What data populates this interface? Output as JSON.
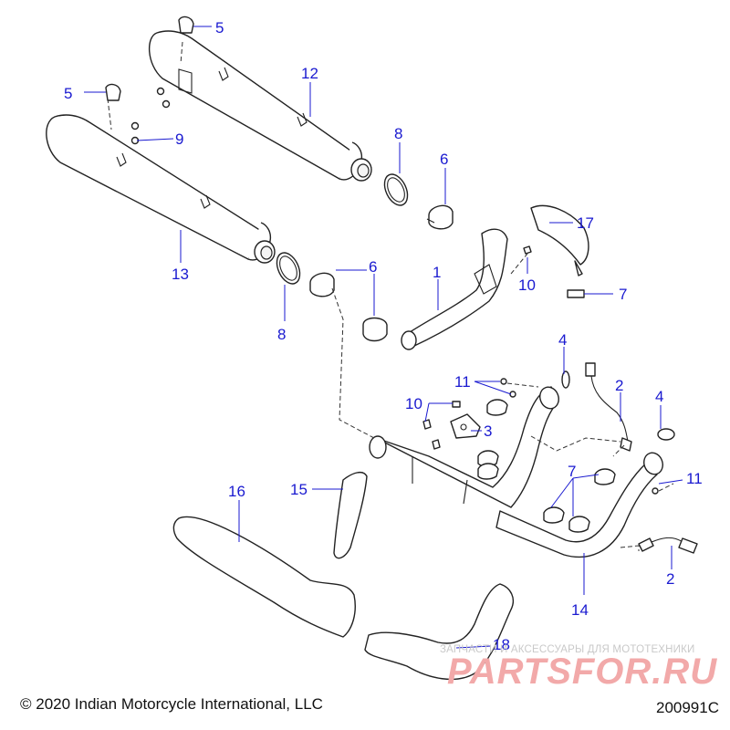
{
  "labels": {
    "upper_muffler_clamp_top": "5",
    "upper_muffler": "12",
    "left_clamp_top": "5",
    "screw": "9",
    "upper_gasket": "8",
    "upper_clamp": "6",
    "lower_muffler": "13",
    "heat_shield_17": "17",
    "lower_gasket": "8",
    "lower_clamp": "6",
    "rear_head_pipe": "1",
    "bolt_10_top": "10",
    "clip_7_top": "7",
    "gasket_4_left": "4",
    "o2_sensor_right": "2",
    "gasket_4_right": "4",
    "nut_11_top": "11",
    "bolt_10_mid": "10",
    "bracket_3": "3",
    "clamp_7_mid": "7",
    "nut_11_right": "11",
    "shield_16": "16",
    "shield_15": "15",
    "o2_sensor_lower": "2",
    "head_pipe_14": "14",
    "shield_18": "18"
  },
  "footer": {
    "copyright": "© 2020 Indian Motorcycle International, LLC",
    "drawing_number": "200991C"
  },
  "watermark": {
    "tagline": "ЗАПЧАСТИ И АКСЕССУАРЫ ДЛЯ МОТОТЕХНИКИ",
    "logo": "PARTSFOR.RU"
  }
}
